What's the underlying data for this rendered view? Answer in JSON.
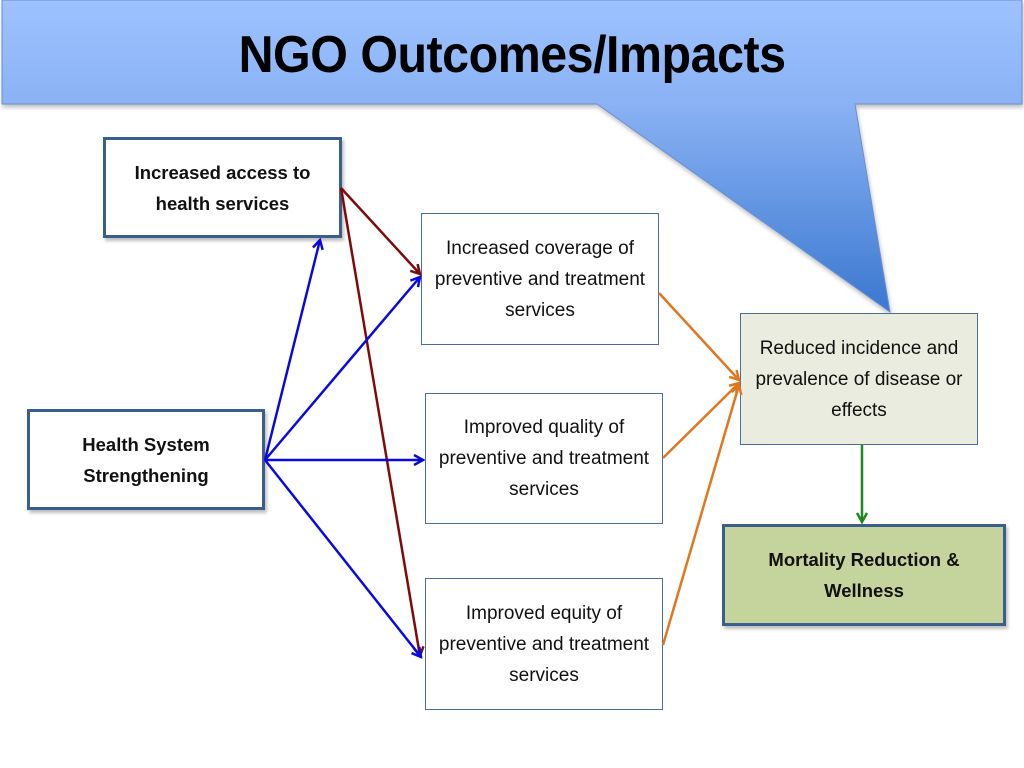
{
  "slide": {
    "title": "NGO Outcomes/Impacts",
    "colors": {
      "callout_top": "#9cc0fe",
      "callout_bottom": "#3d7bd0",
      "box_border": "#3b5f8c",
      "result_fill": "#eaecdf",
      "final_fill": "#c5d49c",
      "arrow_blue": "#0a0ae0",
      "arrow_maroon": "#7e0a0a",
      "arrow_orange": "#e0771f",
      "arrow_green": "#1a8a1a"
    }
  },
  "nodes": {
    "access": {
      "label": "Increased access to health services"
    },
    "hss": {
      "label": "Health System Strengthening"
    },
    "coverage": {
      "label": "Increased coverage of preventive and treatment services"
    },
    "quality": {
      "label": "Improved quality of preventive and treatment services"
    },
    "equity": {
      "label": "Improved equity of preventive and treatment services"
    },
    "reduced": {
      "label": "Reduced incidence and prevalence of disease or effects"
    },
    "mortality": {
      "label": "Mortality Reduction & Wellness"
    }
  },
  "edges": [
    {
      "from": "hss",
      "to": "access",
      "color": "blue"
    },
    {
      "from": "hss",
      "to": "coverage",
      "color": "blue"
    },
    {
      "from": "hss",
      "to": "quality",
      "color": "blue"
    },
    {
      "from": "hss",
      "to": "equity",
      "color": "blue"
    },
    {
      "from": "access",
      "to": "coverage",
      "color": "maroon"
    },
    {
      "from": "access",
      "to": "equity",
      "color": "maroon"
    },
    {
      "from": "coverage",
      "to": "reduced",
      "color": "orange"
    },
    {
      "from": "quality",
      "to": "reduced",
      "color": "orange"
    },
    {
      "from": "equity",
      "to": "reduced",
      "color": "orange"
    },
    {
      "from": "reduced",
      "to": "mortality",
      "color": "green"
    }
  ]
}
